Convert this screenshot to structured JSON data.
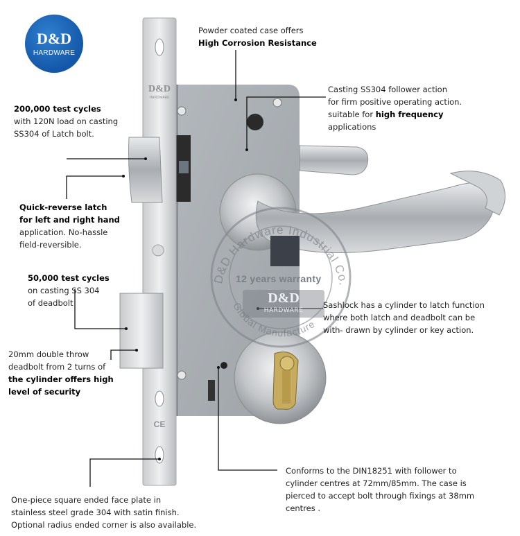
{
  "logo": {
    "brand": "D&D",
    "sub": "HARDWARE"
  },
  "callouts": {
    "case": {
      "line1": "Powder coated case offers",
      "line2": "High Corrosion Resistance"
    },
    "follower": {
      "line1": "Casting SS304 follower action",
      "line2": "for firm positive operating action.",
      "line3_pre": "suitable for ",
      "line3_bold": "high frequency",
      "line4": "applications"
    },
    "latch_cycles": {
      "bold": "200,000 test cycles",
      "line2": "with 120N load on casting",
      "line3": "SS304 of Latch bolt."
    },
    "reverse": {
      "bold1": "Quick-reverse latch",
      "bold2": "for left and right hand",
      "line3": "application. No-hassle",
      "line4": "field-reversible."
    },
    "deadbolt_cycles": {
      "bold": "50,000 test cycles",
      "line2": "on casting SS 304",
      "line3": "of deadbolt"
    },
    "sashlock": {
      "line1": "Sashlock has a cylinder to latch function",
      "line2": "where both latch and deadbolt can be",
      "line3": "with- drawn by cylinder or key action."
    },
    "double_throw": {
      "line1": "20mm double throw",
      "line2": "deadbolt from 2 turns of",
      "bold1": "the cylinder offers high",
      "bold2": "level of security"
    },
    "din": {
      "line1": "Conforms to the DIN18251 with follower to",
      "line2": "cylinder centres at 72mm/85mm. The case is",
      "line3": "pierced to accept bolt through fixings at 38mm",
      "line4": "centres ."
    },
    "faceplate": {
      "line1": "One-piece square ended face plate in",
      "line2": "stainless steel grade 304 with satin finish.",
      "line3": "Optional radius ended corner is also available."
    }
  },
  "watermark": {
    "ring_top": "D&D Hardware Industrial Co.,Ltd",
    "ring_bottom": "Global Manufacture",
    "warranty": "12 years warranty",
    "badge_brand": "D&D",
    "badge_sub": "HARDWARE"
  },
  "faceplate_marks": {
    "brand": "D&D",
    "sub": "HARDWARE",
    "ce": "CE"
  }
}
